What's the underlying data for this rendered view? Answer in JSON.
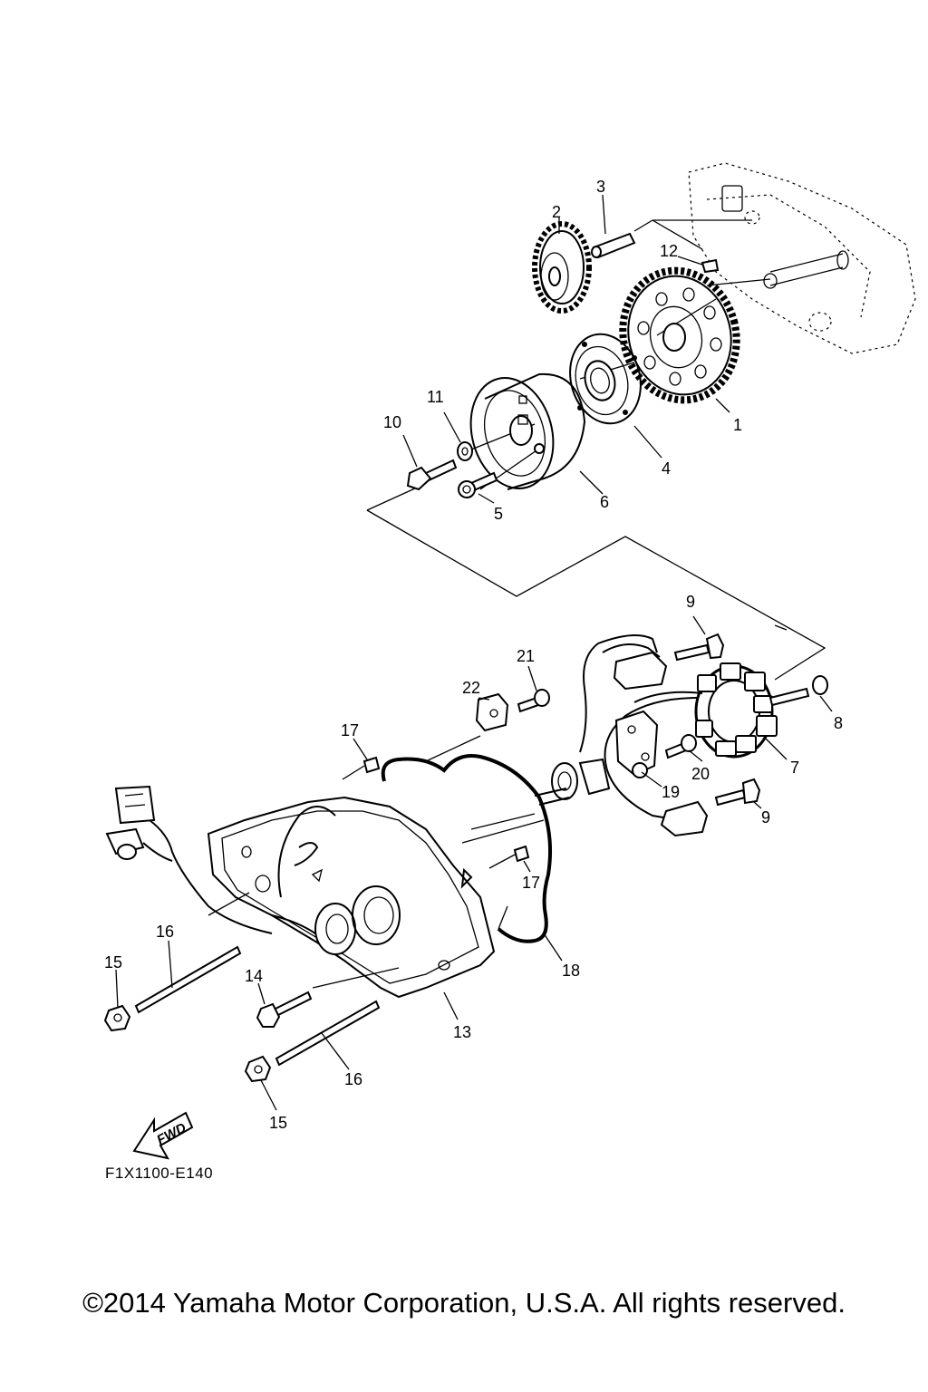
{
  "diagram": {
    "callouts": [
      {
        "id": "c1",
        "label": "1"
      },
      {
        "id": "c2",
        "label": "2"
      },
      {
        "id": "c3",
        "label": "3"
      },
      {
        "id": "c4",
        "label": "4"
      },
      {
        "id": "c5",
        "label": "5"
      },
      {
        "id": "c6",
        "label": "6"
      },
      {
        "id": "c7",
        "label": "7"
      },
      {
        "id": "c8",
        "label": "8"
      },
      {
        "id": "c9a",
        "label": "9"
      },
      {
        "id": "c9b",
        "label": "9"
      },
      {
        "id": "c10",
        "label": "10"
      },
      {
        "id": "c11",
        "label": "11"
      },
      {
        "id": "c12",
        "label": "12"
      },
      {
        "id": "c13",
        "label": "13"
      },
      {
        "id": "c14",
        "label": "14"
      },
      {
        "id": "c15a",
        "label": "15"
      },
      {
        "id": "c15b",
        "label": "15"
      },
      {
        "id": "c16a",
        "label": "16"
      },
      {
        "id": "c16b",
        "label": "16"
      },
      {
        "id": "c17a",
        "label": "17"
      },
      {
        "id": "c17b",
        "label": "17"
      },
      {
        "id": "c18",
        "label": "18"
      },
      {
        "id": "c19",
        "label": "19"
      },
      {
        "id": "c20",
        "label": "20"
      },
      {
        "id": "c21",
        "label": "21"
      },
      {
        "id": "c22",
        "label": "22"
      }
    ],
    "fwd_label": "FWD",
    "diagram_code": "F1X1100-E140"
  },
  "footer": {
    "copyright": "©2014 Yamaha Motor Corporation, U.S.A. All rights reserved."
  },
  "colors": {
    "ink": "#000000",
    "background": "#ffffff"
  }
}
